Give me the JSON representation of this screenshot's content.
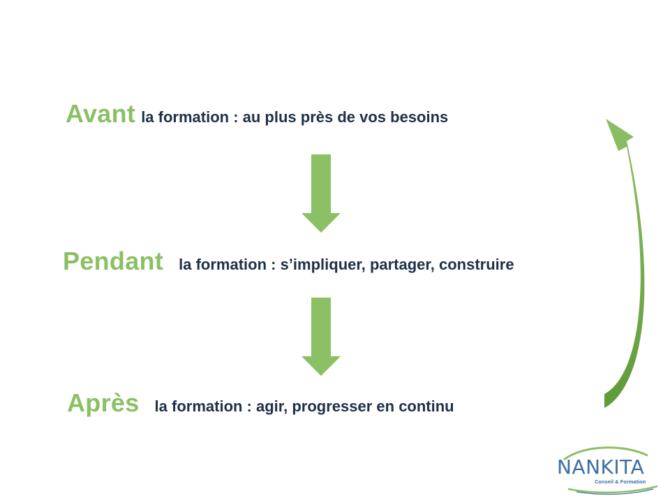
{
  "rows": [
    {
      "keyword": "Avant",
      "text": "la formation : au plus près de vos besoins"
    },
    {
      "keyword": "Pendant",
      "text": "la formation : s’impliquer, partager, construire"
    },
    {
      "keyword": "Après",
      "text": "la formation : agir, progresser en continu"
    }
  ],
  "logo": {
    "name": "NANKITA",
    "tagline": "Conseil & Formation"
  },
  "colors": {
    "accent_green": "#8bc064",
    "text_navy": "#1f3047",
    "logo_blue": "#3a6ea5"
  }
}
